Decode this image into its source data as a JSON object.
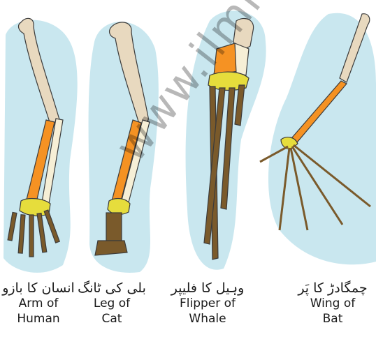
{
  "watermark": "www.ilmkidunya.com",
  "colors": {
    "background_blob": "#c9e7ef",
    "humerus": "#e8d9bf",
    "radius": "#f59223",
    "ulna": "#f6efd6",
    "carpals": "#e6dd3c",
    "digits": "#7a5a2b",
    "outline": "#3b3b3b"
  },
  "panels": [
    {
      "id": "human",
      "urdu": "انسان کا بازو",
      "english_line1": "Arm of",
      "english_line2": "Human"
    },
    {
      "id": "cat",
      "urdu": "بلی کی ٹانگ",
      "english_line1": "Leg of",
      "english_line2": "Cat"
    },
    {
      "id": "whale",
      "urdu": "وہیل کا فلیپر",
      "english_line1": "Flipper of",
      "english_line2": "Whale"
    },
    {
      "id": "bat",
      "urdu": "چمگادڑ کا پَر",
      "english_line1": "Wing of",
      "english_line2": "Bat"
    }
  ]
}
